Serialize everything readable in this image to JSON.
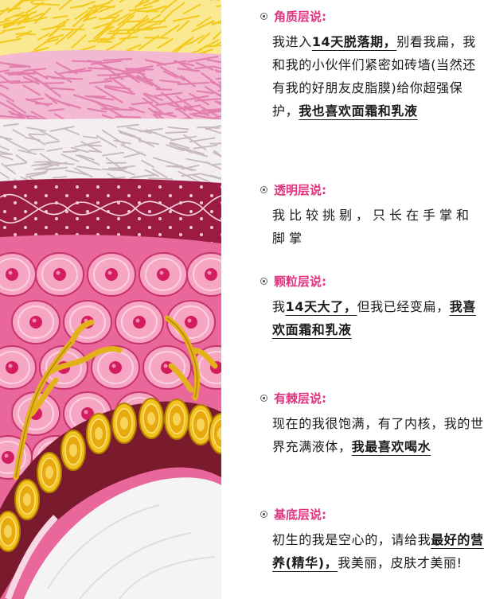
{
  "illustration": {
    "name": "skin-layers-illustration"
  },
  "layers": [
    {
      "id": "stratum-corneum",
      "title": "角质层说:",
      "parts": [
        {
          "text": "我进入"
        },
        {
          "text": "14天脱落期，",
          "emphasis": true
        },
        {
          "text": "别看我扁，我和我的小伙伴们紧密如砖墙(当然还有我的好朋友皮脂膜)给你超强保护，"
        },
        {
          "text": "我也喜欢面霜和乳液",
          "emphasis": true
        }
      ]
    },
    {
      "id": "stratum-lucidum",
      "title": "透明层说:",
      "parts": [
        {
          "text": "我比较挑剔，只长在手掌和脚掌"
        }
      ]
    },
    {
      "id": "stratum-granulosum",
      "title": "颗粒层说:",
      "parts": [
        {
          "text": "我"
        },
        {
          "text": "14天大了，",
          "emphasis": true
        },
        {
          "text": "但我已经变扁，"
        },
        {
          "text": "我喜欢面霜和乳液",
          "emphasis": true
        }
      ]
    },
    {
      "id": "stratum-spinosum",
      "title": "有棘层说:",
      "parts": [
        {
          "text": "现在的我很饱满，有了内核，我的世界充满液体，"
        },
        {
          "text": "我最喜欢喝水",
          "emphasis": true
        }
      ]
    },
    {
      "id": "stratum-basale",
      "title": "基底层说:",
      "parts": [
        {
          "text": "初生的我是空心的，请给我"
        },
        {
          "text": "最好的营养(精华)，",
          "emphasis": true
        },
        {
          "text": "我美丽，皮肤才美丽!"
        }
      ]
    }
  ]
}
